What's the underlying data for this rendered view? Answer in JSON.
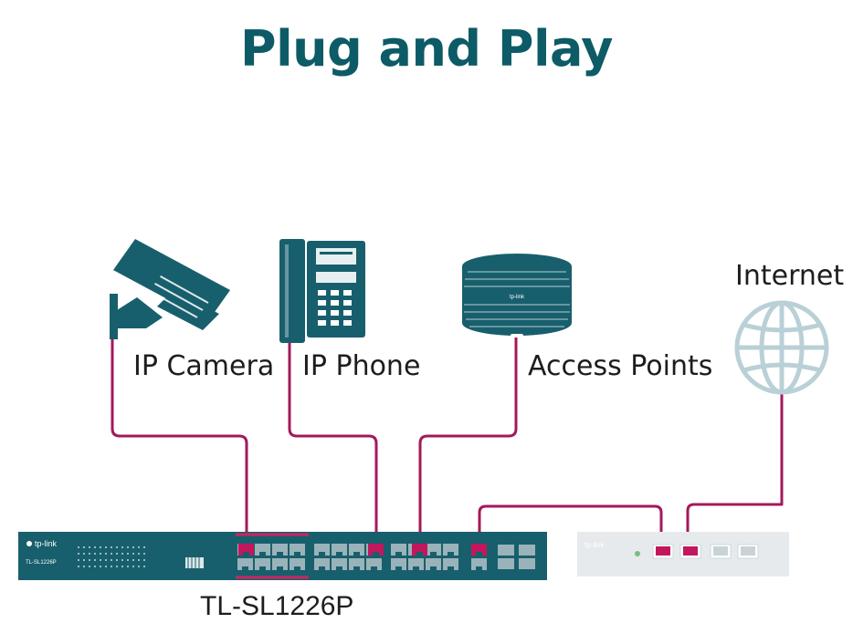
{
  "title": "Plug and Play",
  "devices": {
    "camera": "IP Camera",
    "phone": "IP Phone",
    "ap": "Access Points",
    "internet": "Internet"
  },
  "switch": {
    "name": "TL-SL1226P",
    "brand": "tp-link",
    "model_small": "TL-SL1226P"
  },
  "router": {
    "brand": "tp-link"
  },
  "ap_logo": "tp-link",
  "colors": {
    "title": "#0d5b66",
    "device": "#185f6d",
    "cable": "#a3195b",
    "switch_body": "#185f6d",
    "router_body": "#e6eaec",
    "globe": "#b9d0d6"
  }
}
